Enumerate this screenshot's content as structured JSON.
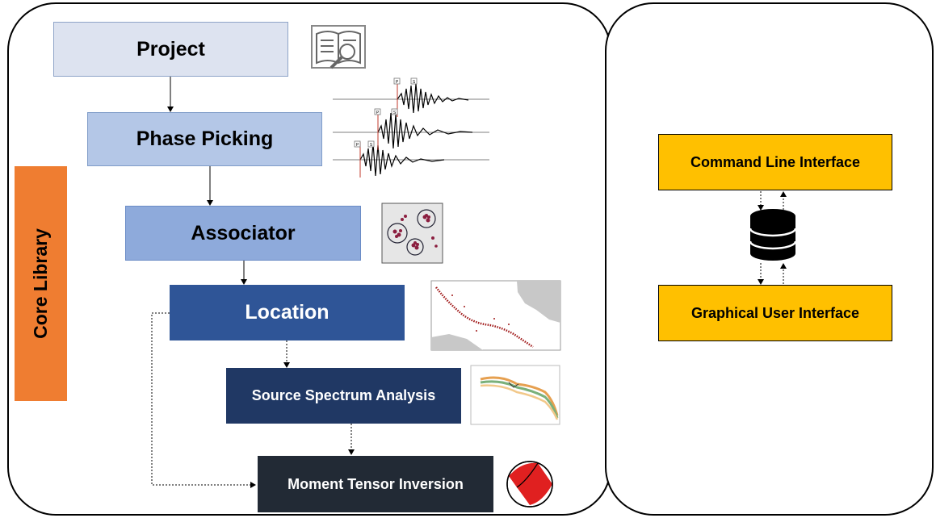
{
  "core": {
    "label": "Core Library"
  },
  "pipeline": {
    "project": "Project",
    "phase_picking": "Phase Picking",
    "associator": "Associator",
    "location": "Location",
    "source_spectrum": "Source Spectrum Analysis",
    "moment_tensor": "Moment Tensor Inversion"
  },
  "interfaces": {
    "cli": "Command Line Interface",
    "gui": "Graphical User Interface"
  },
  "picks": {
    "p": "P",
    "s": "S"
  },
  "colors": {
    "project": "#dde3f0",
    "phase_picking": "#b4c7e7",
    "associator": "#8eaadb",
    "location": "#2f5597",
    "source_spectrum": "#203864",
    "moment_tensor": "#222a35",
    "core": "#ef7d31",
    "interface": "#ffc000"
  },
  "icons": [
    "book-magnifier-icon",
    "seismogram-thumbnail",
    "cluster-thumbnail",
    "map-thumbnail",
    "spectrum-thumbnail",
    "beachball-icon",
    "database-icon"
  ]
}
